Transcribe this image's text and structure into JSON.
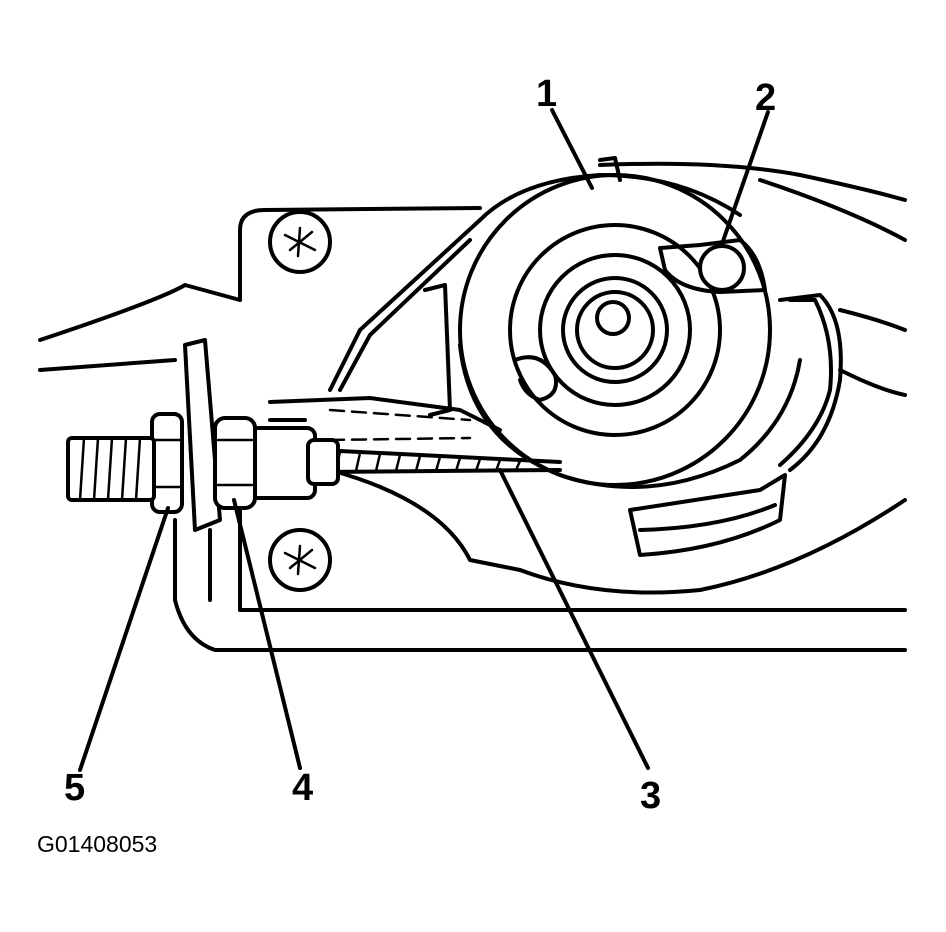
{
  "callouts": [
    {
      "id": "1",
      "label": "1"
    },
    {
      "id": "2",
      "label": "2"
    },
    {
      "id": "3",
      "label": "3"
    },
    {
      "id": "4",
      "label": "4"
    },
    {
      "id": "5",
      "label": "5"
    }
  ],
  "figure_id": "G01408053"
}
